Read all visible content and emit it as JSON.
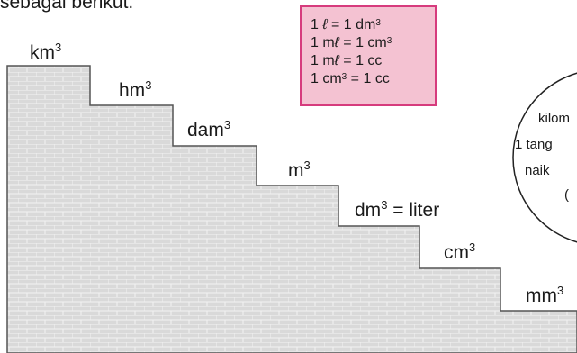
{
  "intro_text": "sebagai berikut:",
  "steps": [
    {
      "unit": "km",
      "exp": "3",
      "suffix": ""
    },
    {
      "unit": "hm",
      "exp": "3",
      "suffix": ""
    },
    {
      "unit": "dam",
      "exp": "3",
      "suffix": ""
    },
    {
      "unit": "m",
      "exp": "3",
      "suffix": ""
    },
    {
      "unit": "dm",
      "exp": "3",
      "suffix": " = liter"
    },
    {
      "unit": "cm",
      "exp": "3",
      "suffix": ""
    },
    {
      "unit": "mm",
      "exp": "3",
      "suffix": ""
    }
  ],
  "note_box": {
    "lines": [
      {
        "a": "1 ",
        "b": "ℓ",
        "c": " = 1 dm",
        "sup": "3"
      },
      {
        "a": "1 m",
        "b": "ℓ",
        "c": " = 1 cm",
        "sup": "3"
      },
      {
        "a": "1 m",
        "b": "ℓ",
        "c": " = 1 cc",
        "sup": ""
      },
      {
        "a": "1 cm",
        "b": "",
        "c": "",
        "sup": "3",
        "d": " = 1 cc"
      }
    ],
    "colors": {
      "fill": "#f4c2d2",
      "border": "#d63b7d"
    }
  },
  "bubble": {
    "lines": [
      "kilom",
      "1 tang",
      "naik",
      "("
    ]
  },
  "colors": {
    "staircase_fill": "#d9d9d9",
    "staircase_outline": "#555555",
    "brick_line": "#f2f2f2"
  }
}
